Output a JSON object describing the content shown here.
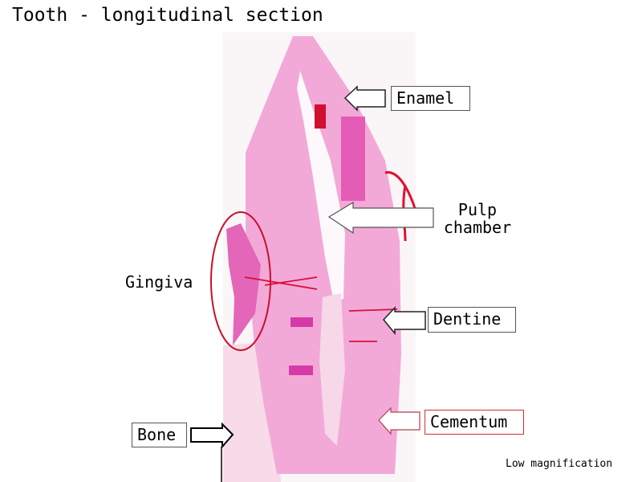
{
  "title": "Tooth - longitudinal section",
  "labels": {
    "enamel": "Enamel",
    "pulp_line1": "Pulp",
    "pulp_line2": "chamber",
    "gingiva": "Gingiva",
    "dentine": "Dentine",
    "cementum": "Cementum",
    "bone": "Bone"
  },
  "note": "Low magnification",
  "colors": {
    "tissue": "#f2a7d6",
    "stain": "#e0309a",
    "blood": "#e01030",
    "ellipse": "#c8102e",
    "cementum_box": "#d03030"
  }
}
